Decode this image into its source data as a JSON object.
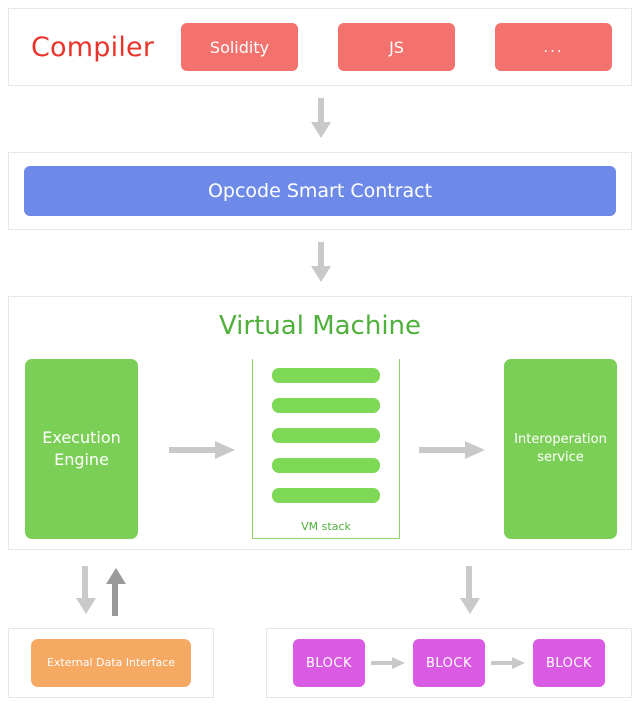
{
  "colors": {
    "compiler_title": "#e8342b",
    "lang_box": "#f4726e",
    "opcode_box": "#6d8ae8",
    "vm_title": "#4fb03c",
    "vm_card": "#7ccf56",
    "stack_bar": "#7ed957",
    "external_box": "#f5a963",
    "block_box": "#d95ae3",
    "arrow_light": "#c9c9c9",
    "arrow_dark": "#9a9a9a",
    "panel_border": "#e6e6e6",
    "page_background": "#ffffff"
  },
  "compiler": {
    "title": "Compiler",
    "languages": [
      {
        "label": "Solidity",
        "name": "lang-box-solidity"
      },
      {
        "label": "JS",
        "name": "lang-box-js"
      },
      {
        "label": "...",
        "name": "lang-box-more"
      }
    ]
  },
  "opcode": {
    "label": "Opcode Smart Contract"
  },
  "virtual_machine": {
    "title": "Virtual Machine",
    "execution_engine": "Execution Engine",
    "interoperation_service": "Interoperation service",
    "stack": {
      "label": "VM stack",
      "bars": 5
    }
  },
  "external_data": {
    "label": "External Data Interface"
  },
  "blockchain": {
    "blocks": [
      "BLOCK",
      "BLOCK",
      "BLOCK"
    ],
    "arrow_count": 2
  },
  "arrows": {
    "compiler_to_opcode": "down",
    "opcode_to_vm": "down",
    "engine_to_stack": "right",
    "stack_to_interop": "right",
    "vm_to_external_down": "down",
    "external_to_vm_up": "up",
    "vm_to_blockchain": "down"
  }
}
